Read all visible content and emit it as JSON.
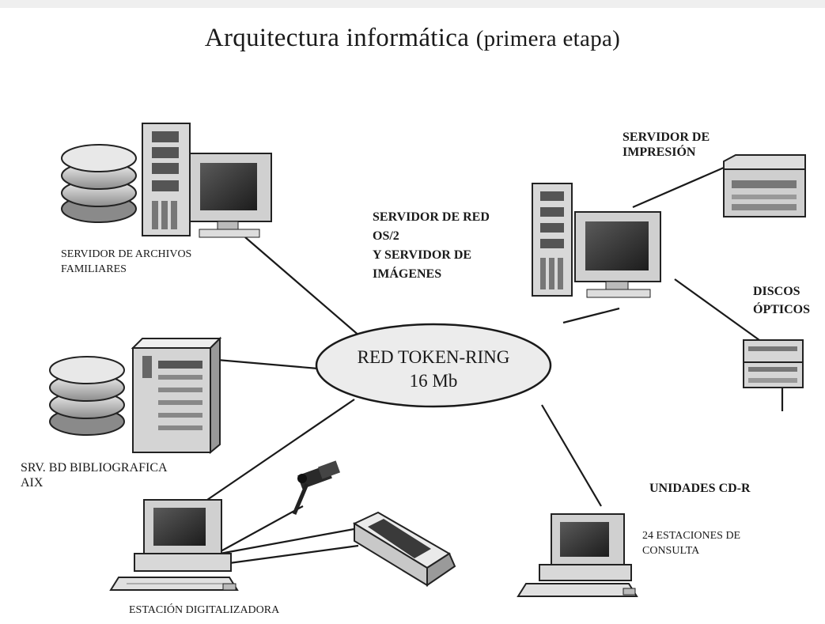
{
  "title": {
    "main": "Arquitectura informática",
    "sub": "(primera etapa)"
  },
  "ring": {
    "line1": "RED TOKEN-RING",
    "line2": "16 Mb"
  },
  "labels": {
    "file_server": [
      "SERVIDOR DE ARCHIVOS",
      "FAMILIARES"
    ],
    "print_server": [
      "SERVIDOR DE",
      "IMPRESIÓN"
    ],
    "network_server": [
      "SERVIDOR DE RED",
      "OS/2",
      "Y SERVIDOR DE",
      "IMÁGENES"
    ],
    "optical_disks": [
      "DISCOS",
      "ÓPTICOS"
    ],
    "db_server": [
      "SRV. BD BIBLIOGRAFICA",
      "AIX"
    ],
    "cdr_units": "UNIDADES CD-R",
    "consult_stations": [
      "24 ESTACIONES  DE",
      "CONSULTA"
    ],
    "digitizing_station": "ESTACIÓN DIGITALIZADORA"
  },
  "colors": {
    "line": "#1a1a1a",
    "ring_fill": "#ececec",
    "device_light": "#e6e6e6",
    "device_mid": "#a8a8a8",
    "device_dark": "#3a3a3a"
  }
}
